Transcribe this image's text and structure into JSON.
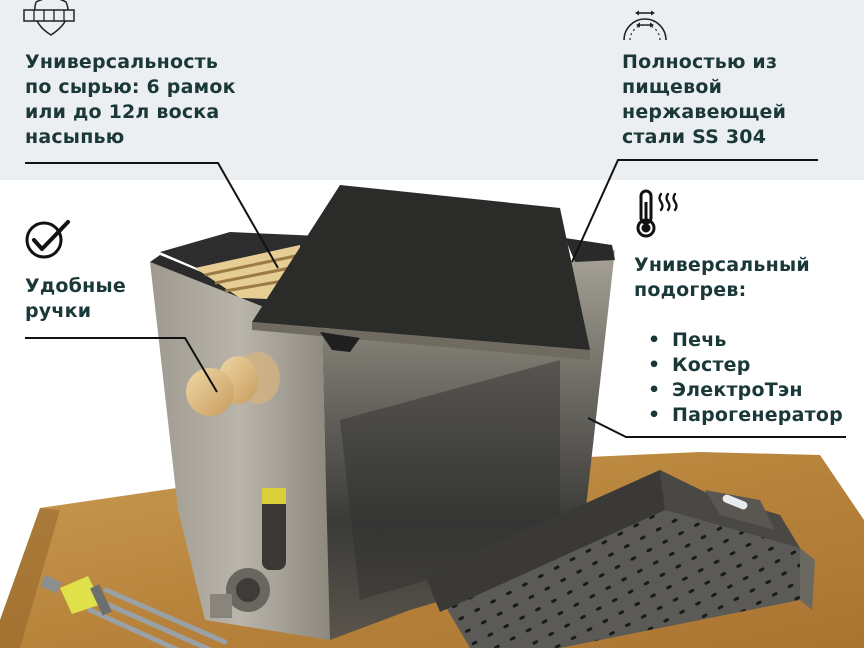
{
  "colors": {
    "top_band_bg": "#eceff2",
    "page_bg": "#ffffff",
    "text": "#1b3838",
    "callout_line": "#111111"
  },
  "features": {
    "raw_material": {
      "icon": "honeycomb-frame-drop-icon",
      "lines": [
        "Универсальность",
        "по сырью: 6 рамок",
        "или до 12л воска",
        "насыпью"
      ]
    },
    "steel": {
      "icon": "steel-arc-icon",
      "lines": [
        "Полностью из",
        "пищевой",
        "нержавеющей",
        "стали SS 304"
      ]
    },
    "handles": {
      "icon": "checkmark-circle-icon",
      "lines": [
        "Удобные",
        "ручки"
      ]
    },
    "heating": {
      "icon": "thermometer-heat-icon",
      "lines": [
        "Универсальный",
        "подогрев:"
      ],
      "sources": [
        "Печь",
        "Костер",
        "ЭлектроТэн",
        "Парогенератор"
      ]
    }
  },
  "product": {
    "name": "stainless-wax-melter",
    "parts": [
      "lid",
      "body",
      "wooden-handle",
      "drain-valve",
      "perforated-basket",
      "electric-heating-element",
      "wooden-table"
    ]
  }
}
